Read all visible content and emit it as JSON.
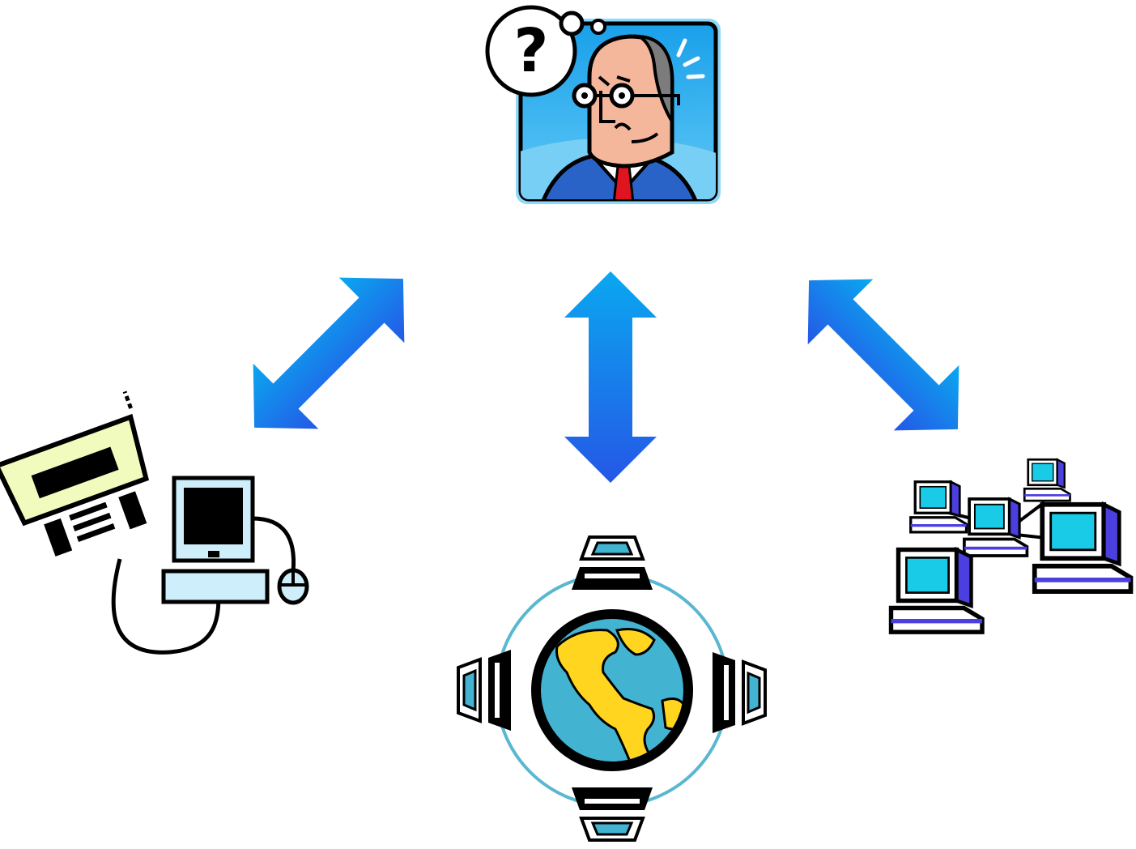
{
  "diagram": {
    "center": {
      "name": "confused-user",
      "label": "?"
    },
    "nodes": [
      {
        "name": "serial-printer-computer"
      },
      {
        "name": "internet-globe-network"
      },
      {
        "name": "local-network-computers"
      }
    ],
    "connections": [
      {
        "from": "confused-user",
        "to": "serial-printer-computer",
        "type": "bidirectional"
      },
      {
        "from": "confused-user",
        "to": "internet-globe-network",
        "type": "bidirectional"
      },
      {
        "from": "confused-user",
        "to": "local-network-computers",
        "type": "bidirectional"
      }
    ]
  },
  "colors": {
    "arrow_top": "#0aa8f0",
    "arrow_bottom": "#2557e6",
    "frame_blue": "#6cc9f2",
    "globe_ocean": "#42b4d2",
    "land_yellow": "#ffd51f",
    "connector_yellow": "#f2fbbe",
    "screen_cyan": "#19cbe6",
    "monitor_blue": "#4b3fe0",
    "ring_teal": "#5ab7d1"
  }
}
